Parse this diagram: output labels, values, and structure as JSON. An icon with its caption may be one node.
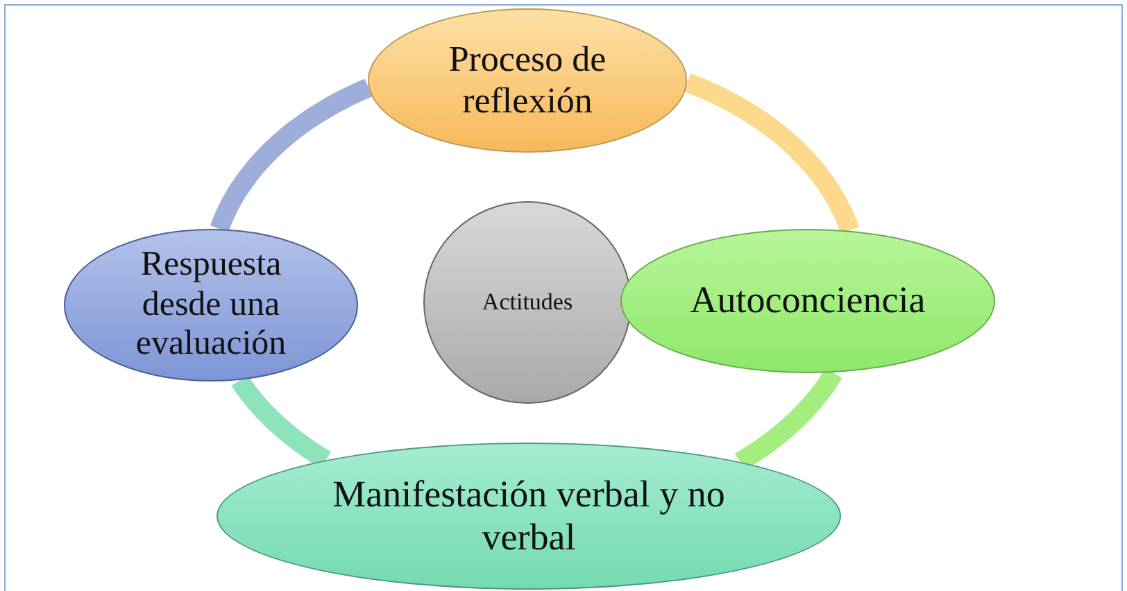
{
  "diagram": {
    "nodes": [
      {
        "text": [
          "Proceso de reflexión"
        ]
      },
      {
        "text": [
          "Respuesta desde una evaluación"
        ]
      },
      {
        "text": [
          "Actitudes"
        ]
      },
      {
        "text": [
          "Autoconciencia"
        ]
      },
      {
        "text": [
          "Manifestación verbal y no verbal"
        ]
      }
    ],
    "edges": [
      {
        "from": 0,
        "to": 3,
        "arrow": "none",
        "color": "#fdd98c"
      },
      {
        "from": 3,
        "to": 4,
        "arrow": "none",
        "color": "#a4ee80"
      },
      {
        "from": 4,
        "to": 1,
        "arrow": "none",
        "color": "#8fe3bb"
      },
      {
        "from": 1,
        "to": 0,
        "arrow": "none",
        "color": "#9eaedb"
      }
    ]
  }
}
